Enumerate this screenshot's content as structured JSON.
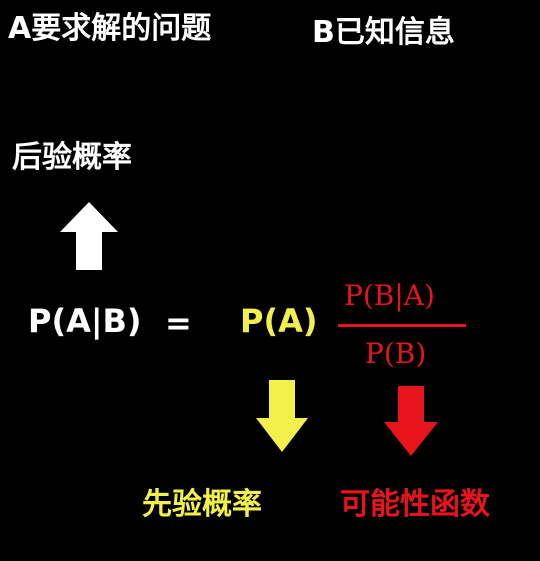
{
  "header": {
    "a_label": "A要求解的问题",
    "b_label": "B已知信息"
  },
  "labels": {
    "posterior": "后验概率",
    "prior": "先验概率",
    "likelihood": "可能性函数"
  },
  "formula": {
    "lhs": "P(A|B)",
    "equals": "=",
    "prior_term": "P(A)",
    "numerator": "P(B|A)",
    "denominator": "P(B)"
  },
  "colors": {
    "background": "#000000",
    "text": "#ffffff",
    "prior": "#f2f04a",
    "likelihood": "#e8141b"
  },
  "icons": {
    "posterior_arrow": "up-arrow-icon",
    "prior_arrow": "down-arrow-icon",
    "likelihood_arrow": "down-arrow-icon"
  }
}
